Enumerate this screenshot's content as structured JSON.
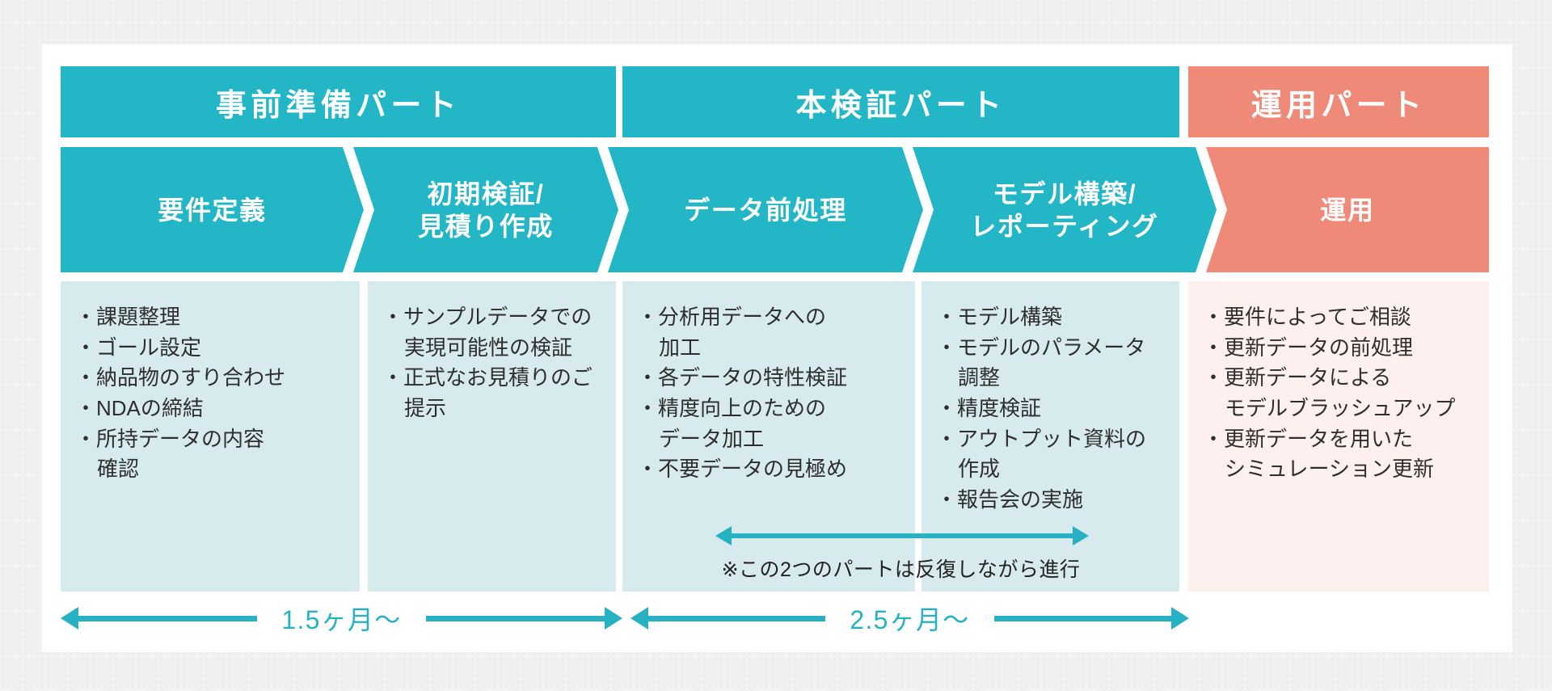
{
  "page": {
    "bullet_char": "・"
  },
  "colors": {
    "teal": "#22b6c6",
    "salmon": "#ef8a79",
    "light_blue_box": "#d7eaee",
    "light_pink_box": "#fdf0ee",
    "arrow_teal": "#26b2c3",
    "body_text": "#2e2e2e",
    "card_background": "#ffffff",
    "page_background": "#f2f2f0"
  },
  "sections": [
    {
      "title": "事前準備パート"
    },
    {
      "title": "本検証パート"
    },
    {
      "title": "運用パート"
    }
  ],
  "phases": [
    {
      "label": "要件定義",
      "bullets": [
        [
          "課題整理"
        ],
        [
          "ゴール設定"
        ],
        [
          "納品物のすり合わせ"
        ],
        [
          "NDAの締結"
        ],
        [
          "所持データの内容",
          "確認"
        ]
      ]
    },
    {
      "label": "初期検証/\n見積り作成",
      "bullets": [
        [
          "サンプルデータでの",
          "実現可能性の検証"
        ],
        [
          "正式なお見積りのご",
          "提示"
        ]
      ]
    },
    {
      "label": "データ前処理",
      "bullets": [
        [
          "分析用データへの",
          "加工"
        ],
        [
          "各データの特性検証"
        ],
        [
          "精度向上のための",
          "データ加工"
        ],
        [
          "不要データの見極め"
        ]
      ]
    },
    {
      "label": "モデル構築/\nレポーティング",
      "bullets": [
        [
          "モデル構築"
        ],
        [
          "モデルのパラメータ",
          "調整"
        ],
        [
          "精度検証"
        ],
        [
          "アウトプット資料の",
          "作成"
        ],
        [
          "報告会の実施"
        ]
      ]
    },
    {
      "label": "運用",
      "bullets": [
        [
          "要件によってご相談"
        ],
        [
          "更新データの前処理"
        ],
        [
          "更新データによる",
          "モデルブラッシュアップ"
        ],
        [
          "更新データを用いた",
          "シミュレーション更新"
        ]
      ]
    }
  ],
  "note": {
    "text": "※この2つのパートは反復しながら進行"
  },
  "timelines": [
    {
      "label": "1.5ヶ月〜"
    },
    {
      "label": "2.5ヶ月〜"
    }
  ]
}
